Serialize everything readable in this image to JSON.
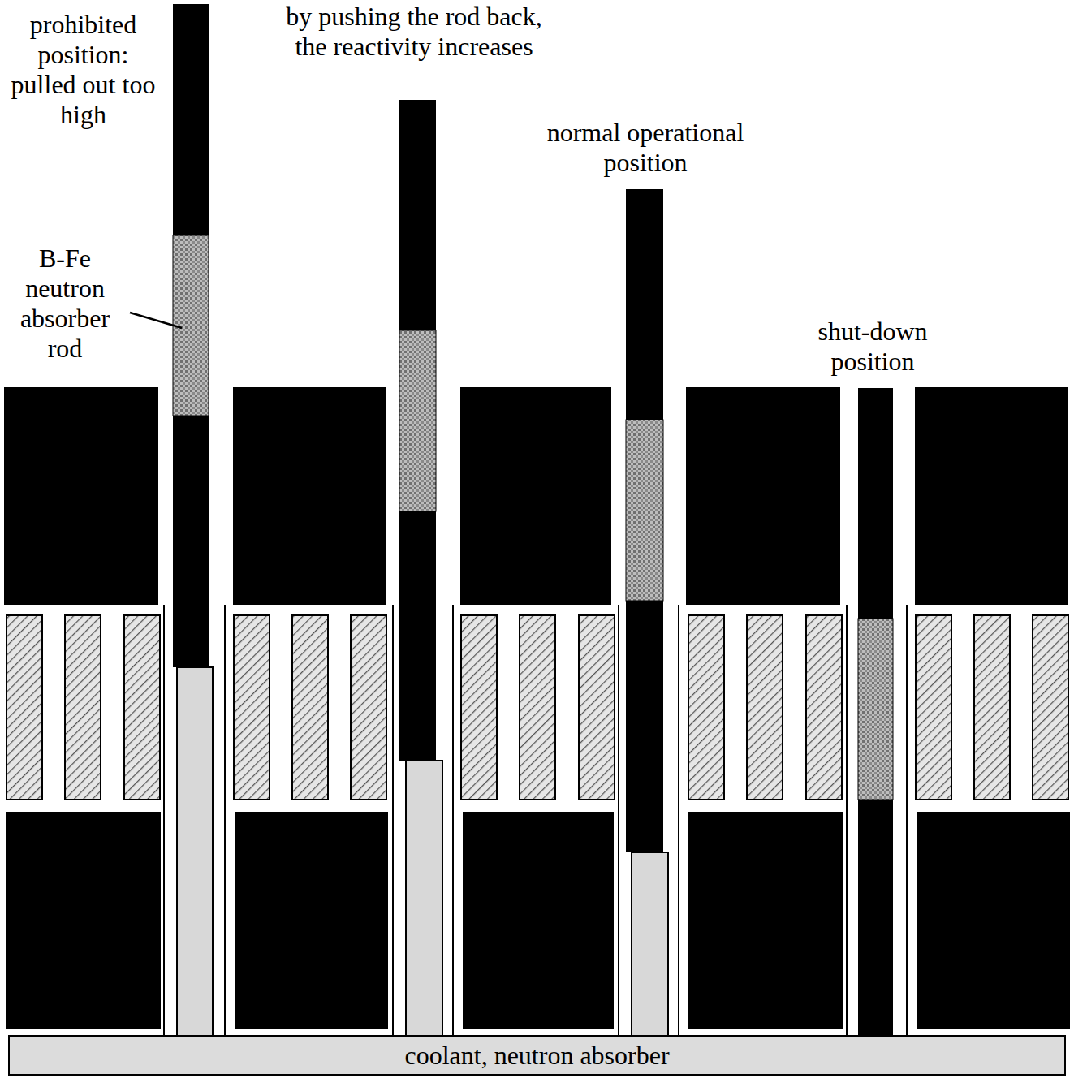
{
  "diagram": {
    "nodes": [
      {
        "text": [
          "coolant, neutron absorber"
        ]
      }
    ],
    "labels": [
      "prohibited position: pulled out too high",
      "by pushing the rod back, the reactivity increases",
      "normal operational position",
      "B-Fe neutron absorber rod",
      "shut-down position"
    ]
  }
}
